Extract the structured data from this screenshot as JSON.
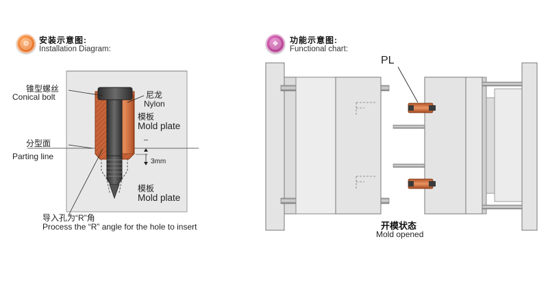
{
  "left_panel": {
    "heading_cn": "安装示意图:",
    "heading_en": "Installation Diagram:",
    "labels": {
      "conical_bolt_cn": "锥型螺丝",
      "conical_bolt_en": "Conical bolt",
      "nylon_cn": "尼龙",
      "nylon_en": "Nylon",
      "mold_plate_top_cn": "模板",
      "mold_plate_top_en": "Mold plate",
      "parting_line_cn": "分型面",
      "parting_line_en": "Parting line",
      "dimension": "3mm",
      "mold_plate_bottom_cn": "模板",
      "mold_plate_bottom_en": "Mold plate",
      "r_angle_cn": "导入孔为“R”角",
      "r_angle_en": "Process the “R” angle for the hole to insert"
    }
  },
  "right_panel": {
    "heading_cn": "功能示意图:",
    "heading_en": "Functional chart:",
    "pl_label": "PL",
    "caption_cn": "开模状态",
    "caption_en": "Mold opened"
  },
  "colors": {
    "badge_left": "#e06a1a",
    "badge_right": "#b0308a",
    "nylon": "#d9784a",
    "plate_gray": "#e4e4e4",
    "bolt_dark": "#4a4a4a"
  }
}
